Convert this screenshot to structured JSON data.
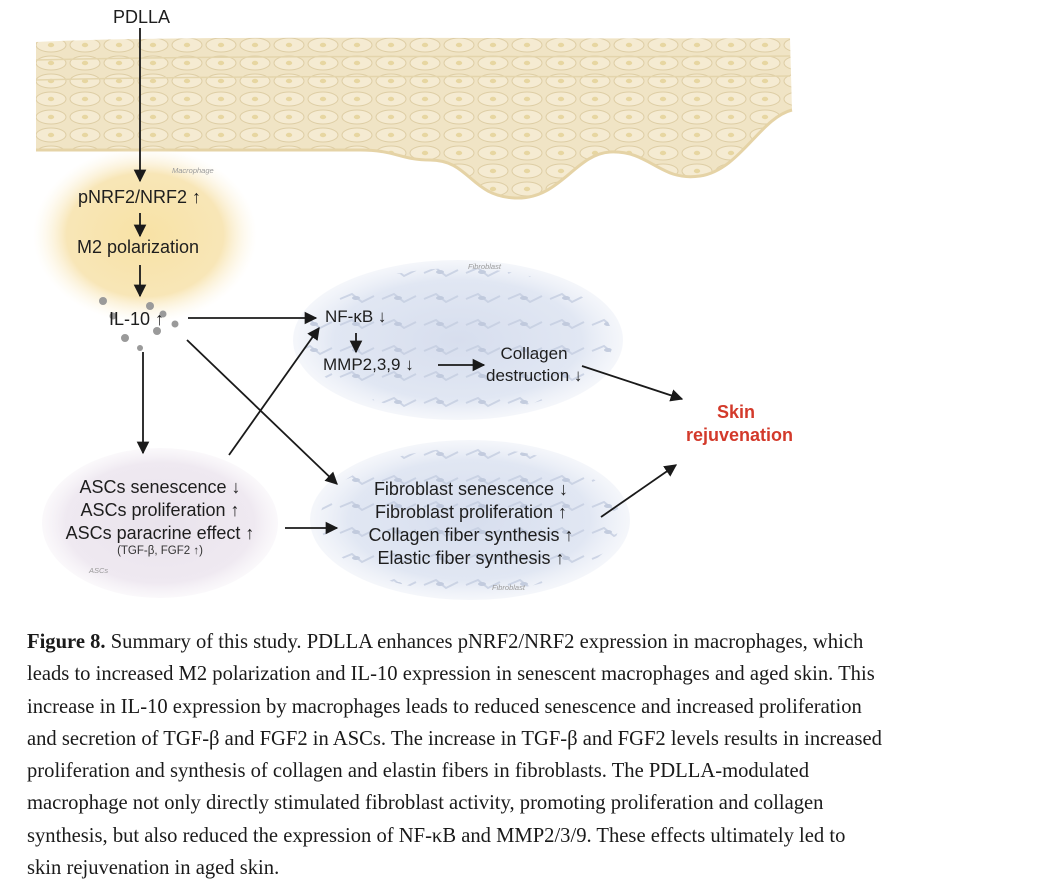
{
  "figure": {
    "top_label": "PDLLA",
    "macrophage_tag": "Macrophage",
    "macrophage_nodes": [
      "pNRF2/NRF2 ↑",
      "M2 polarization",
      "IL-10 ↑"
    ],
    "fibroblast_tag_top": "Fibroblast",
    "nfkb": "NF-κB ↓",
    "mmp": "MMP2,3,9 ↓",
    "collagen_destruction": [
      "Collagen",
      "destruction ↓"
    ],
    "outcome": [
      "Skin",
      "rejuvenation"
    ],
    "ascs_lines": [
      "ASCs senescence ↓",
      "ASCs proliferation ↑",
      "ASCs paracrine effect ↑"
    ],
    "ascs_sub": "(TGF-β, FGF2 ↑)",
    "ascs_tag": "ASCs",
    "fibroblast_lines": [
      "Fibroblast senescence ↓",
      "Fibroblast proliferation ↑",
      "Collagen fiber synthesis ↑",
      "Elastic fiber synthesis ↑"
    ],
    "fibroblast_tag_bottom": "Fibroblast",
    "colors": {
      "accent_red": "#d33a2b",
      "skin": "#efe3bf",
      "macrophage_glow": "#f6dc97",
      "fibroblast_ellipse": "#dfe5f2",
      "ascs_ellipse": "#ece6ef"
    }
  },
  "caption": {
    "label": "Figure 8.",
    "lines": [
      " Summary of this study. PDLLA enhances pNRF2/NRF2 expression in macrophages, which",
      "leads to increased M2 polarization and IL-10 expression in senescent macrophages and aged skin. This",
      "increase in IL-10 expression by macrophages leads to reduced senescence and increased proliferation",
      "and secretion of TGF-β and FGF2 in ASCs. The increase in TGF-β and FGF2 levels results in increased",
      "proliferation and synthesis of collagen and elastin fibers in fibroblasts.  The PDLLA-modulated",
      "macrophage not only directly stimulated fibroblast activity, promoting proliferation and collagen",
      "synthesis, but also reduced the expression of NF-κB and MMP2/3/9. These effects ultimately led to",
      "skin rejuvenation in aged skin."
    ]
  }
}
